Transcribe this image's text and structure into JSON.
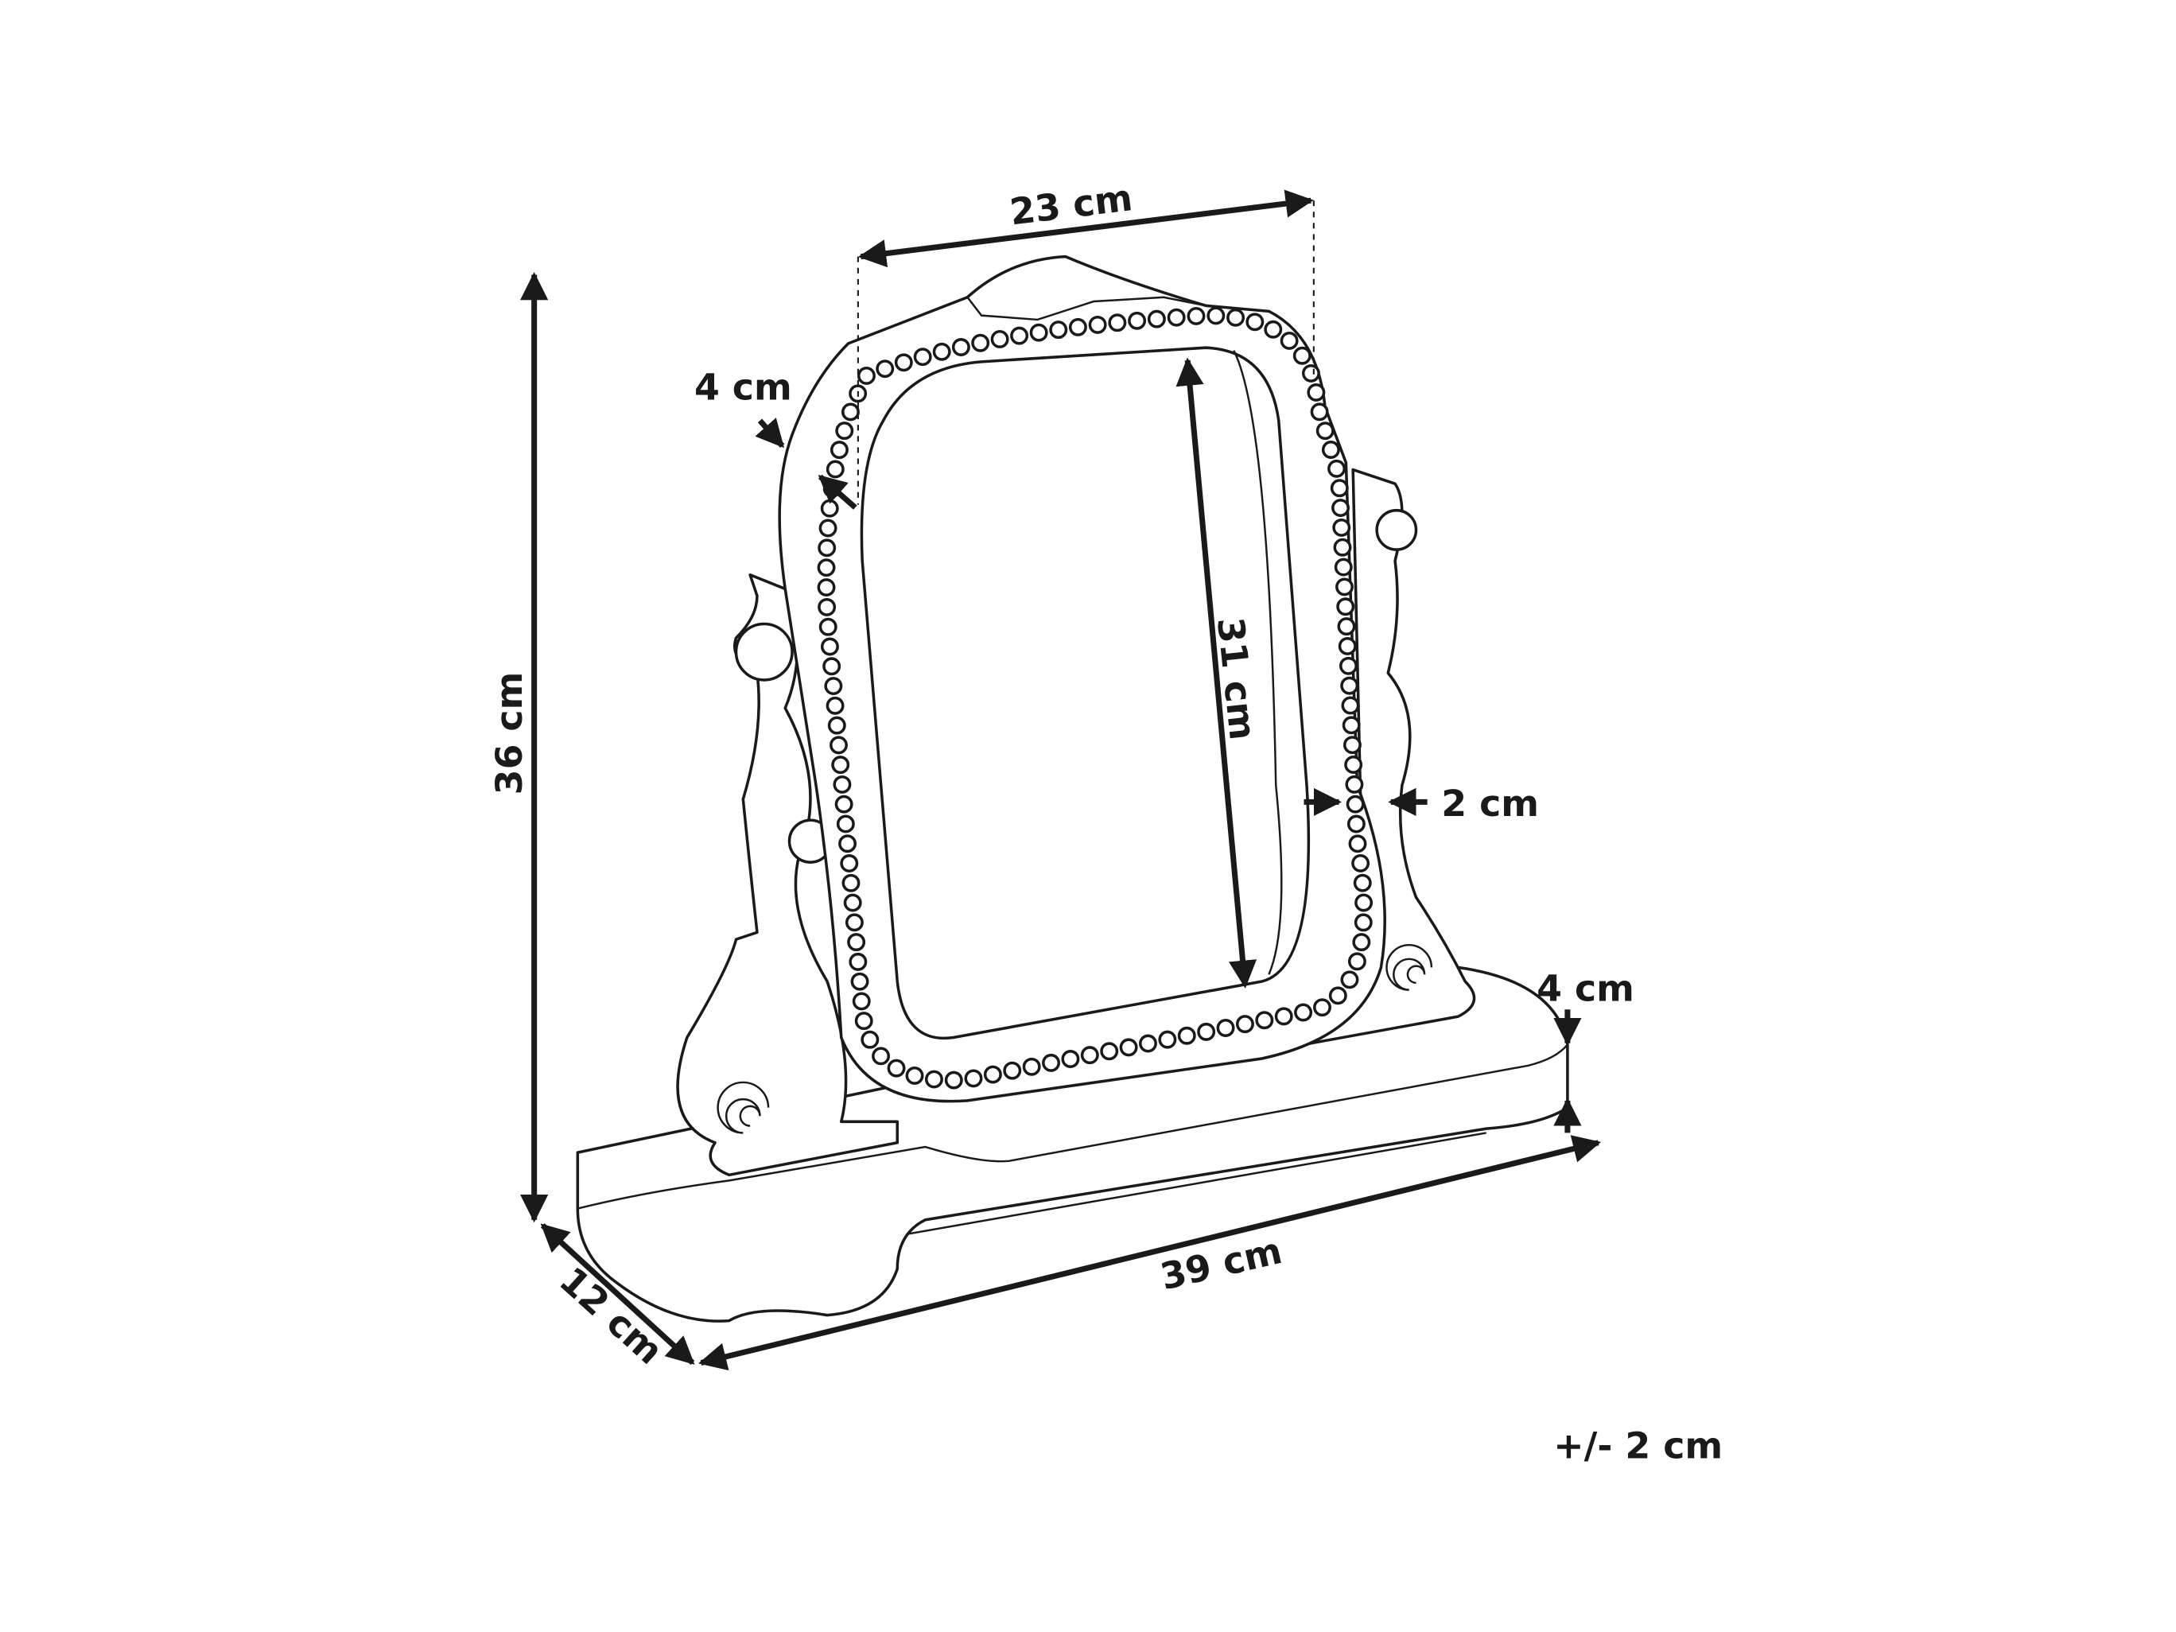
{
  "dimensions": {
    "frame_width": "23 cm",
    "frame_thickness": "4 cm",
    "mirror_height": "31 cm",
    "frame_depth": "2 cm",
    "base_height": "4 cm",
    "total_height": "36 cm",
    "base_width": "39 cm",
    "base_depth": "12 cm",
    "tolerance": "+/- 2 cm"
  }
}
